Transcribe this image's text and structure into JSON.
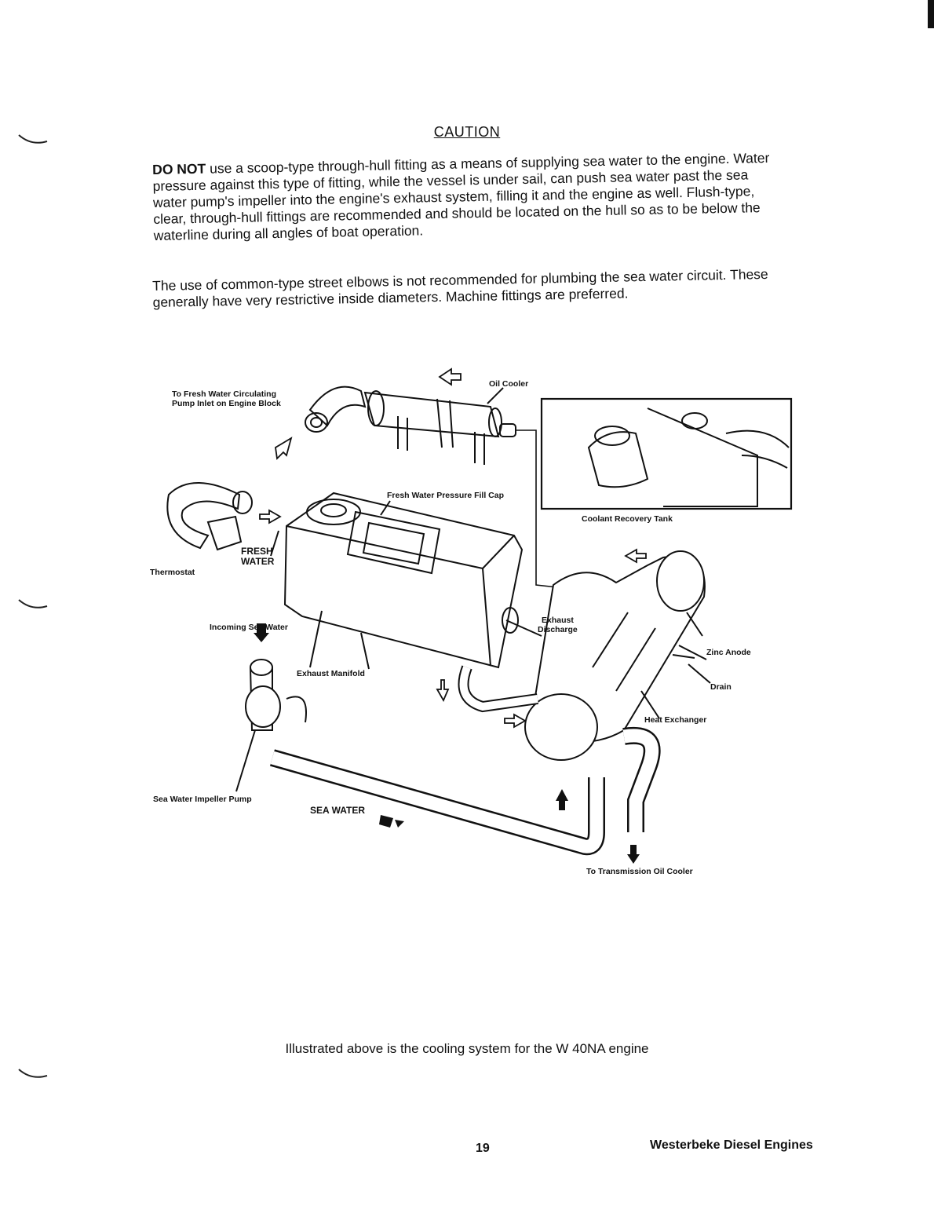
{
  "heading": "CAUTION",
  "paragraph1": {
    "lead": "DO NOT",
    "body": " use a scoop-type through-hull fitting as a means of supplying sea water to the engine. Water pressure against this type of fitting, while the vessel is under sail, can push sea water past the sea water pump's impeller into the engine's exhaust system, filling it and the engine as well. Flush-type, clear, through-hull fittings are recommended and should be located on the hull so as to be below the waterline during all angles of boat operation."
  },
  "paragraph2": "The use of common-type street elbows is not recommended for plumbing the sea water circuit. These generally have very restrictive inside diameters. Machine fittings are preferred.",
  "diagram": {
    "labels": {
      "fresh_water_circ": "To Fresh Water Circulating",
      "fresh_water_circ_2": "Pump Inlet on Engine Block",
      "oil_cooler": "Oil Cooler",
      "fill_cap": "Fresh Water Pressure Fill Cap",
      "coolant_tank": "Coolant Recovery Tank",
      "fresh": "FRESH",
      "water": "WATER",
      "thermostat": "Thermostat",
      "incoming": "Incoming Sea Water",
      "exhaust_manifold": "Exhaust Manifold",
      "exhaust": "Exhaust",
      "discharge": "Discharge",
      "zinc_anode": "Zinc Anode",
      "drain": "Drain",
      "heat_exchanger": "Heat Exchanger",
      "pump": "Sea Water Impeller Pump",
      "sea_water": "SEA WATER",
      "transmission": "To Transmission Oil Cooler"
    }
  },
  "caption": "Illustrated above is the cooling system for the W 40NA engine",
  "page_number": "19",
  "footer": "Westerbeke Diesel Engines"
}
